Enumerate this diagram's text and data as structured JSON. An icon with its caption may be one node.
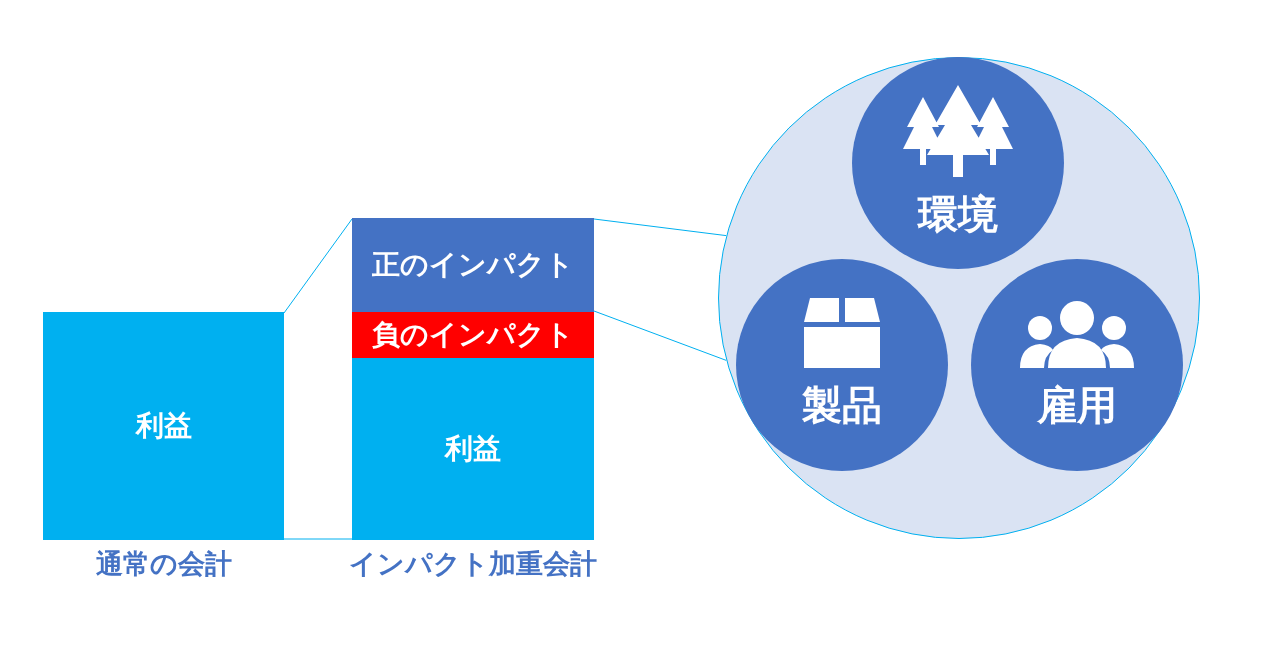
{
  "diagram": {
    "nodes": [
      {
        "text": [
          "利益"
        ],
        "beside": [
          "通常の会計"
        ]
      },
      {
        "text": [
          "正のインパクト"
        ]
      },
      {
        "text": [
          "負のインパクト"
        ]
      },
      {
        "text": [
          "利益"
        ],
        "beside": [
          "インパクト加重会計"
        ]
      },
      {
        "text": [],
        "shape": "circle"
      },
      {
        "text": [
          "環境"
        ],
        "in": 4
      },
      {
        "text": [
          "製品"
        ],
        "in": 4
      },
      {
        "text": [
          "雇用"
        ],
        "in": 4
      }
    ],
    "edges": [
      {
        "from": 0,
        "to": 1,
        "arrow": "none"
      },
      {
        "from": 0,
        "to": 3,
        "arrow": "none"
      },
      {
        "from": 1,
        "to": 4,
        "arrow": "none"
      },
      {
        "from": 1,
        "to": 4,
        "arrow": "none"
      }
    ]
  }
}
